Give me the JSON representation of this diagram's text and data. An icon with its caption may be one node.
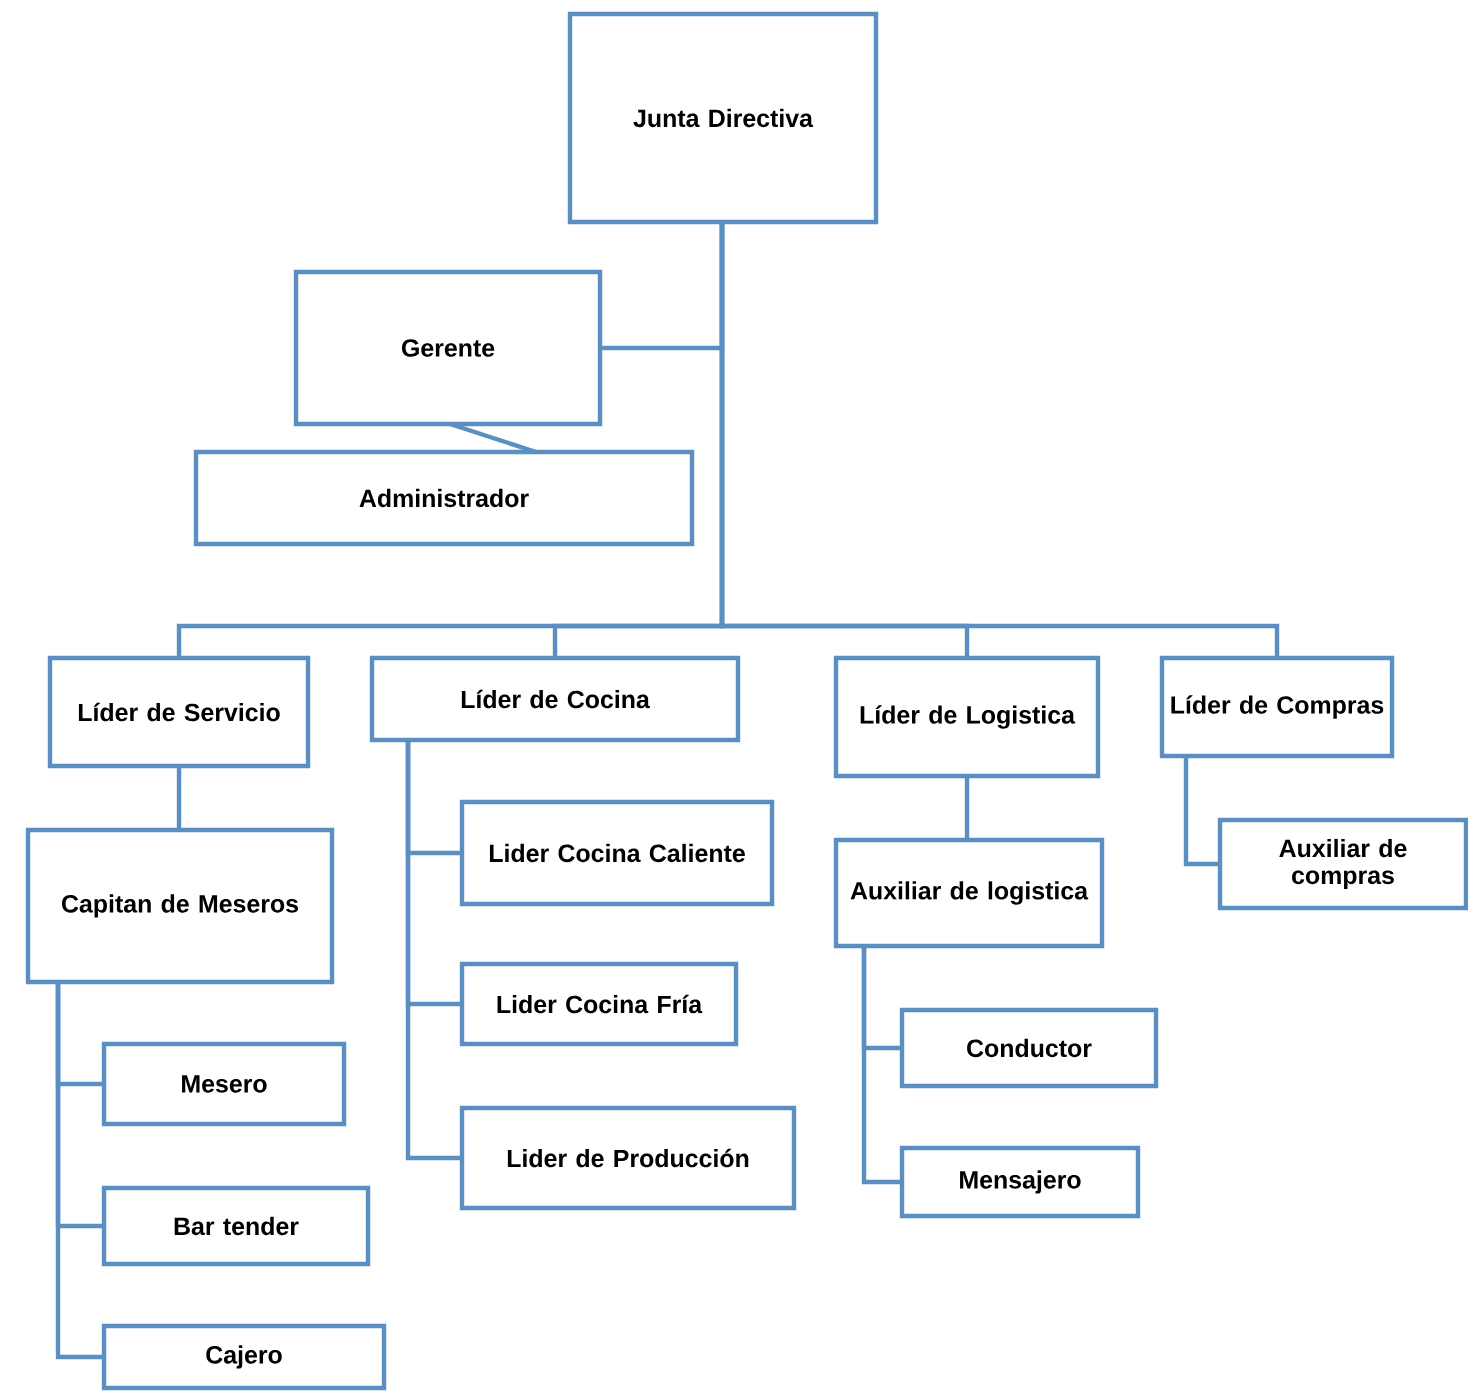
{
  "diagram": {
    "nodes": [
      {
        "text": [
          "Junta Directiva"
        ]
      },
      {
        "text": [
          "Gerente"
        ]
      },
      {
        "text": [
          "Administrador"
        ]
      },
      {
        "text": [
          "Líder de Servicio"
        ]
      },
      {
        "text": [
          "Capitan de Meseros"
        ]
      },
      {
        "text": [
          "Mesero"
        ]
      },
      {
        "text": [
          "Bar tender"
        ]
      },
      {
        "text": [
          "Cajero"
        ]
      },
      {
        "text": [
          "Líder de Cocina"
        ]
      },
      {
        "text": [
          "Lider Cocina Caliente"
        ]
      },
      {
        "text": [
          "Lider Cocina Fría"
        ]
      },
      {
        "text": [
          "Lider de Producción"
        ]
      },
      {
        "text": [
          "Líder de Logistica"
        ]
      },
      {
        "text": [
          "Auxiliar de logistica"
        ]
      },
      {
        "text": [
          "Conductor"
        ]
      },
      {
        "text": [
          "Mensajero"
        ]
      },
      {
        "text": [
          "Líder de Compras"
        ]
      },
      {
        "text": [
          "Auxiliar de compras"
        ]
      }
    ],
    "edges": [
      {
        "from": 0,
        "to": 1,
        "arrow": "none"
      },
      {
        "from": 1,
        "to": 2,
        "arrow": "none"
      },
      {
        "from": 0,
        "to": 3,
        "arrow": "none"
      },
      {
        "from": 0,
        "to": 8,
        "arrow": "none"
      },
      {
        "from": 0,
        "to": 12,
        "arrow": "none"
      },
      {
        "from": 0,
        "to": 16,
        "arrow": "none"
      },
      {
        "from": 3,
        "to": 4,
        "arrow": "none"
      },
      {
        "from": 4,
        "to": 5,
        "arrow": "none"
      },
      {
        "from": 4,
        "to": 6,
        "arrow": "none"
      },
      {
        "from": 4,
        "to": 7,
        "arrow": "none"
      },
      {
        "from": 8,
        "to": 9,
        "arrow": "none"
      },
      {
        "from": 8,
        "to": 10,
        "arrow": "none"
      },
      {
        "from": 8,
        "to": 11,
        "arrow": "none"
      },
      {
        "from": 12,
        "to": 13,
        "arrow": "none"
      },
      {
        "from": 13,
        "to": 14,
        "arrow": "none"
      },
      {
        "from": 13,
        "to": 15,
        "arrow": "none"
      },
      {
        "from": 16,
        "to": 17,
        "arrow": "none"
      }
    ]
  }
}
